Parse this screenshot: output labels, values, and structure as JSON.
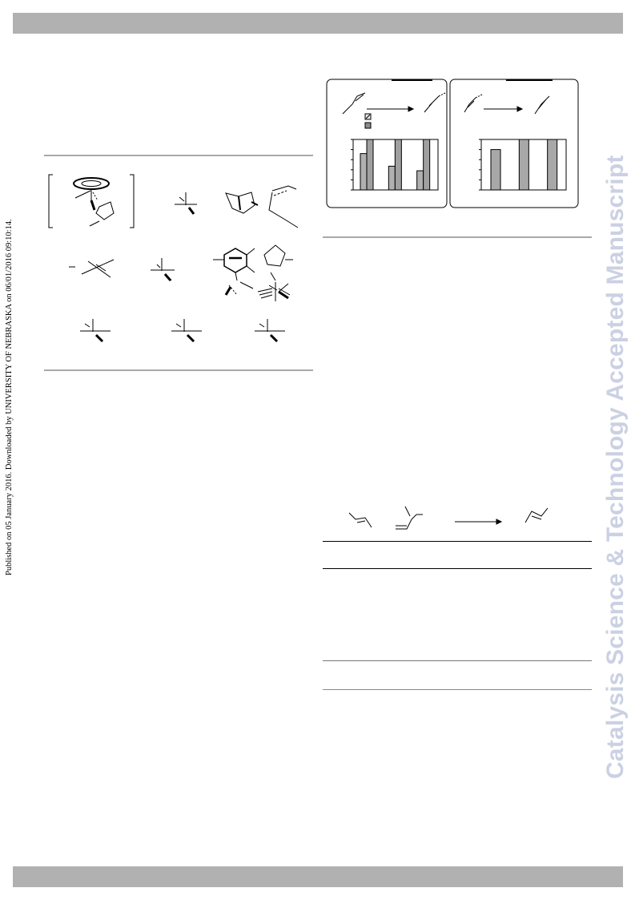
{
  "page": {
    "header_bar_color": "#b1b1b1",
    "footer_bar_color": "#b1b1b1",
    "rule_color": "#a9a9a9"
  },
  "side_note": "Published on 05 January 2016. Downloaded by UNIVERSITY OF NEBRASKA on 06/01/2016 09:10:14.",
  "watermark": {
    "text": "Catalysis Science & Technology Accepted Manuscript",
    "color": "#cbd1e3"
  },
  "chart_data": [
    {
      "type": "bar",
      "title": "",
      "xlabel": "",
      "ylabel": "",
      "legend_placement": "top-left",
      "legend_icons": [
        "hatched-square",
        "grey-square"
      ],
      "categories": [
        "",
        "",
        ""
      ],
      "series": [
        {
          "values": [
            0.72,
            0.47,
            0.38
          ],
          "color": "#b0b0b0"
        },
        {
          "values": [
            1.0,
            1.0,
            1.0
          ],
          "color": "#a0a0a0"
        }
      ],
      "ylim": [
        0,
        1
      ],
      "grid": false
    },
    {
      "type": "bar",
      "title": "",
      "xlabel": "",
      "ylabel": "",
      "categories": [
        "",
        "",
        ""
      ],
      "series": [
        {
          "values": [
            0.8,
            1.0,
            1.0
          ],
          "color": "#a8a8a8"
        }
      ],
      "ylim": [
        0,
        1
      ],
      "grid": false
    }
  ]
}
